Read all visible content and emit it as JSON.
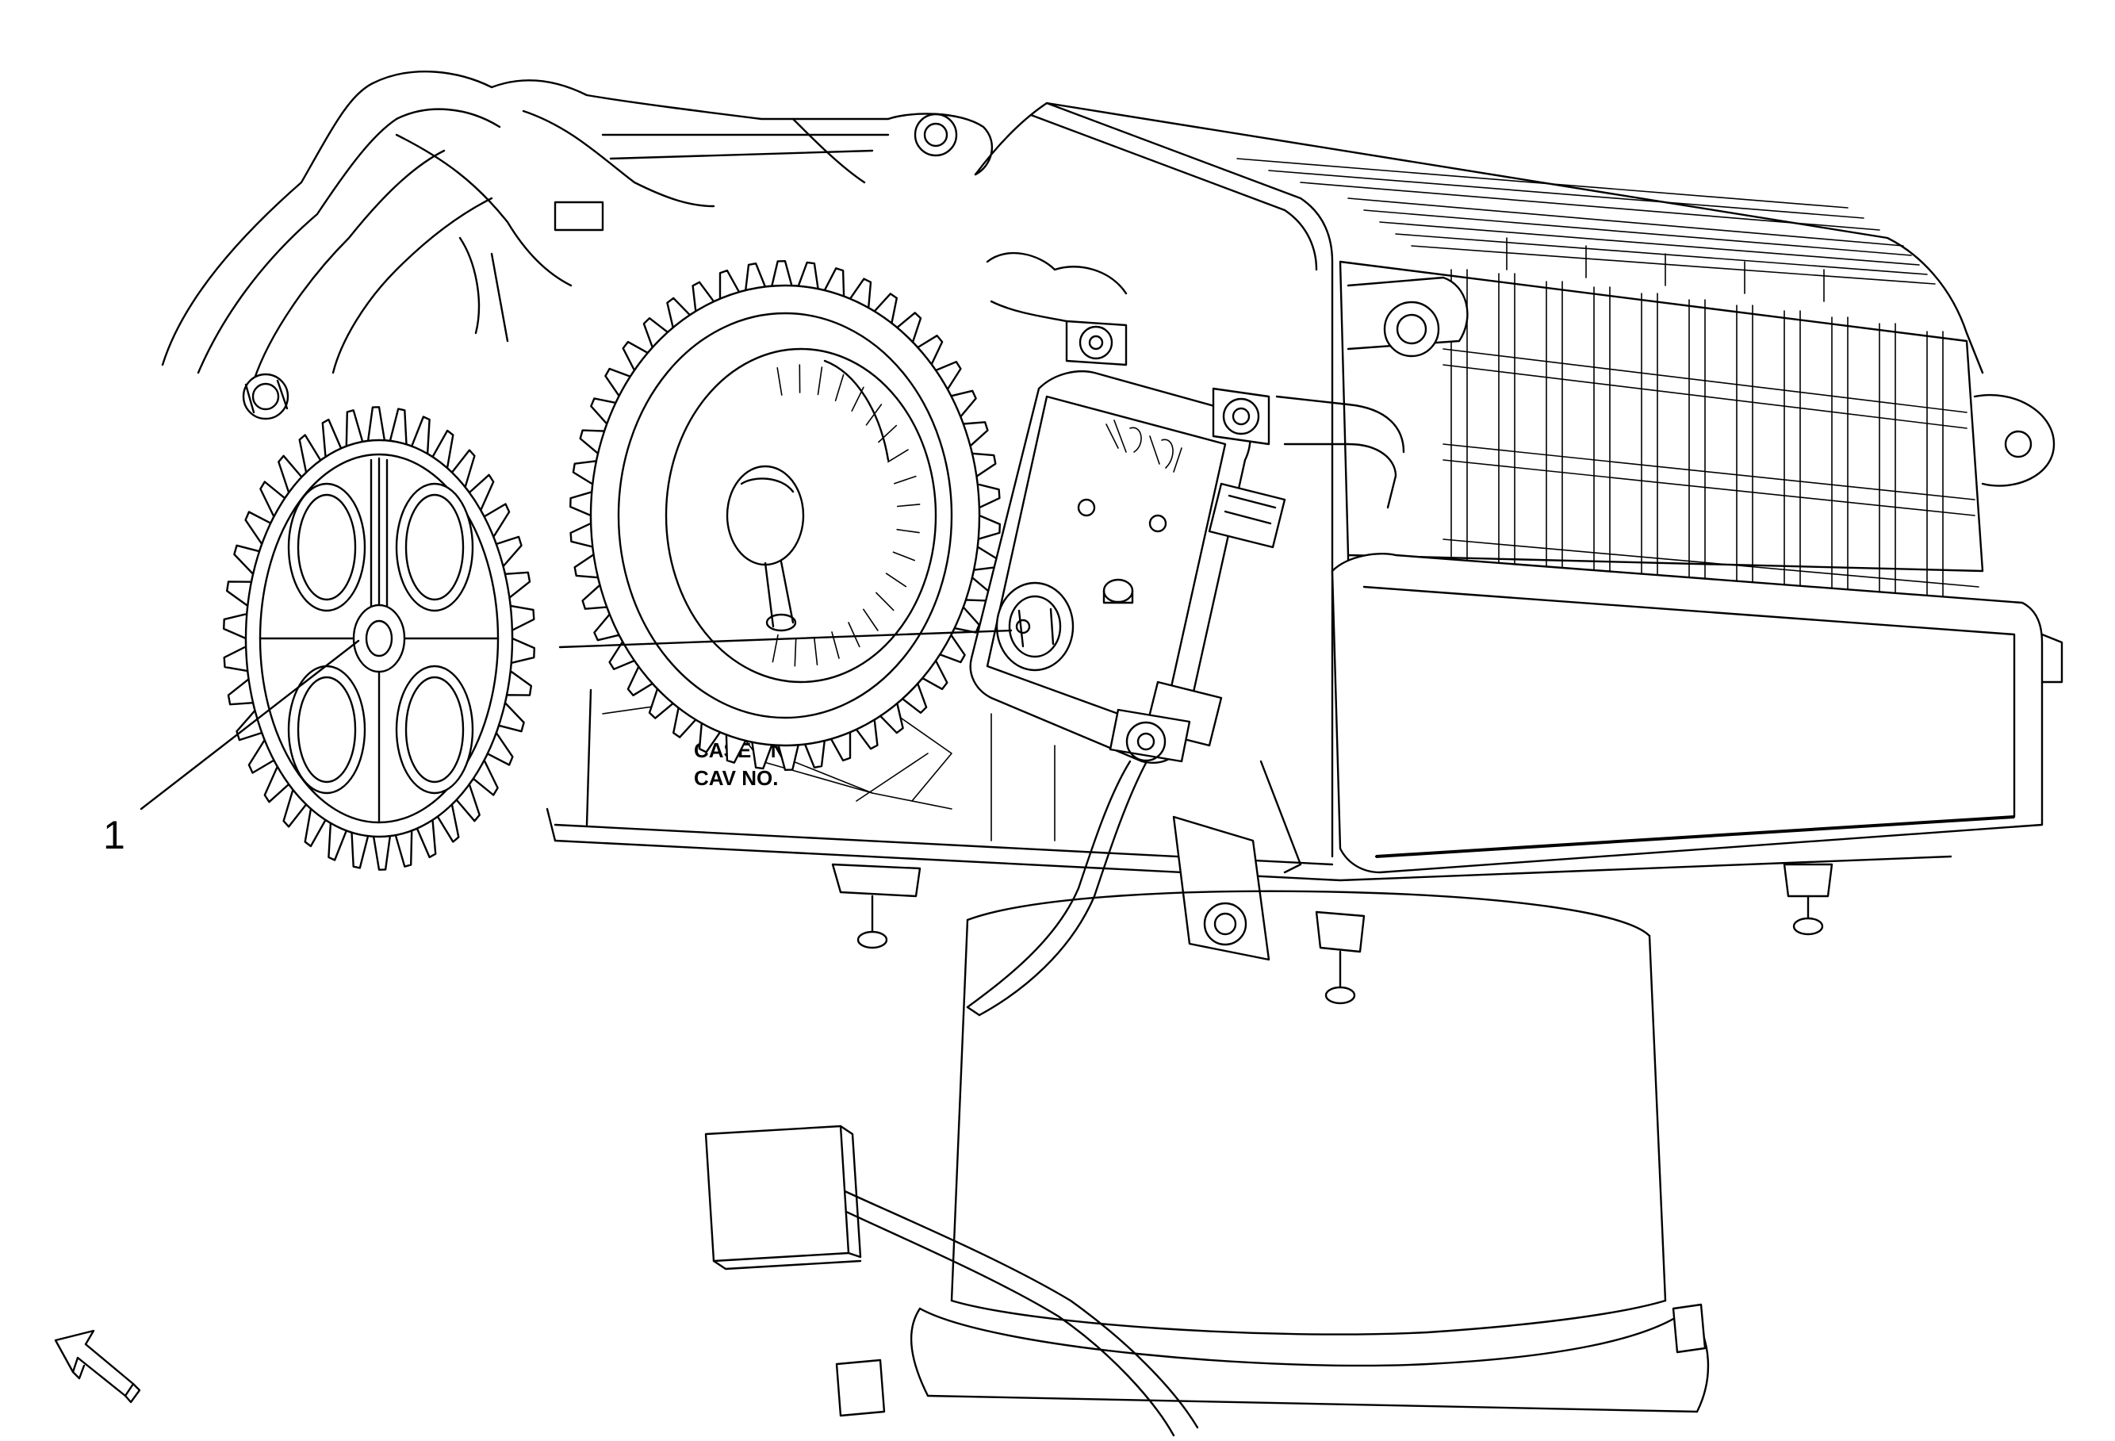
{
  "callouts": [
    {
      "label": "1"
    }
  ],
  "case_label": {
    "line1": "CASE PN",
    "line2": "CAV NO."
  },
  "icons": {
    "view_direction": "view-direction-arrow-icon"
  },
  "colors": {
    "ink": "#000000",
    "paper": "#ffffff"
  }
}
